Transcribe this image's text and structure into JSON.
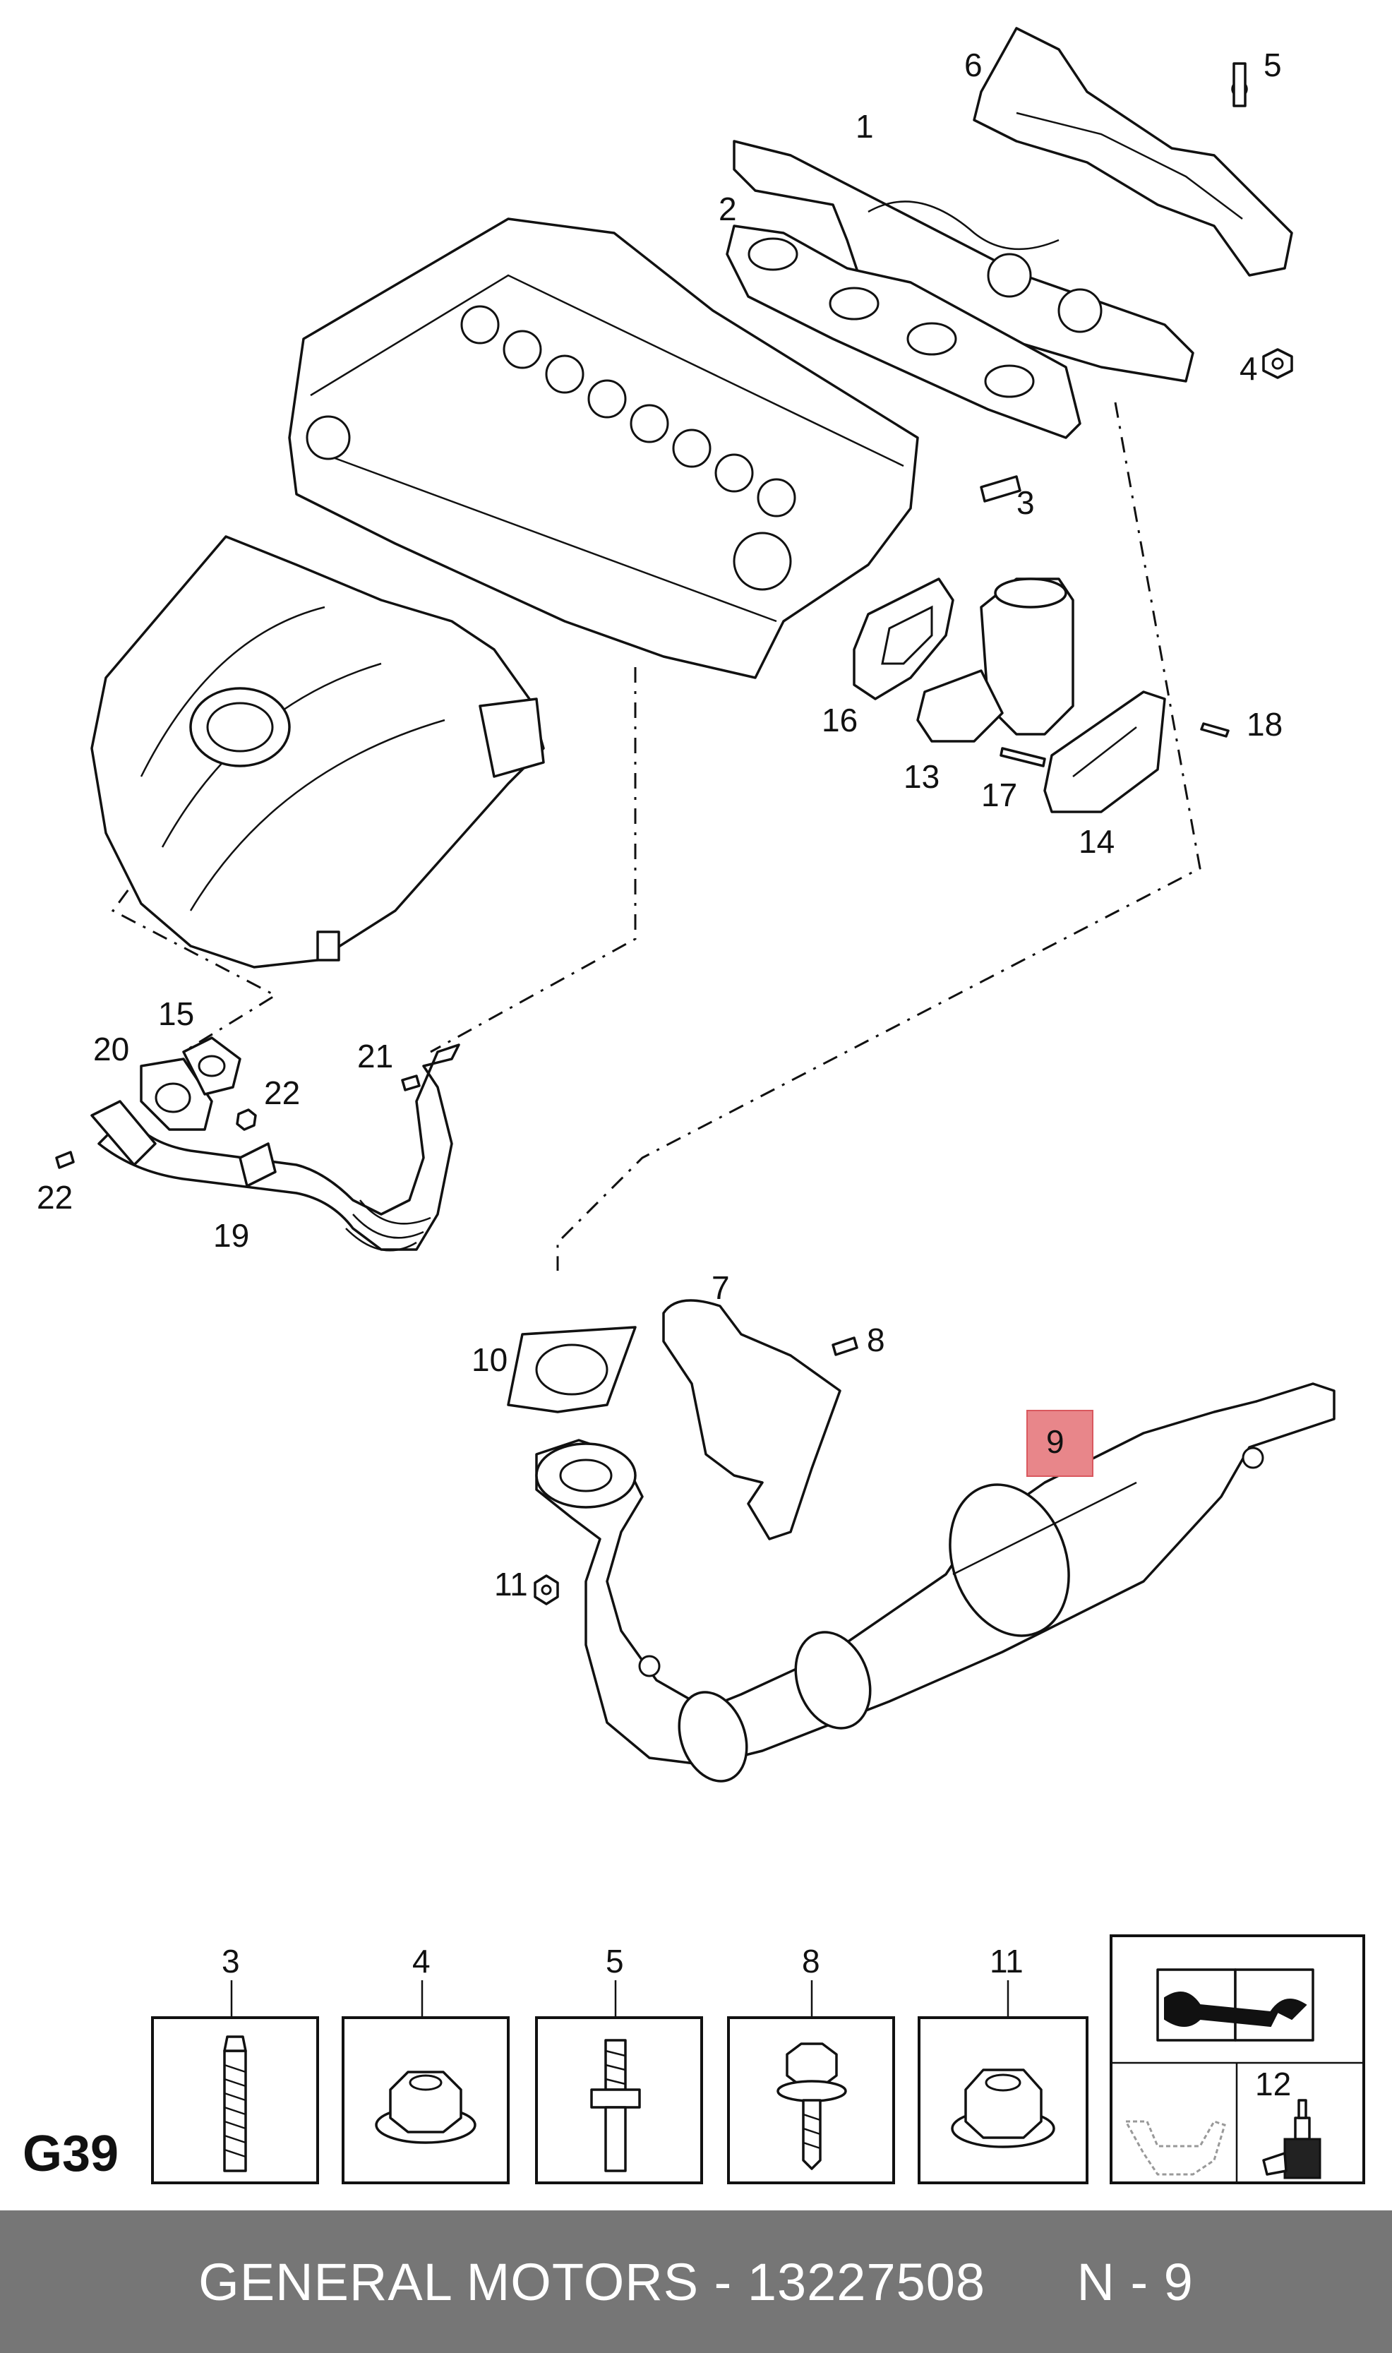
{
  "page_code": "G39",
  "footer": {
    "brand": "GENERAL MOTORS",
    "separator": " - ",
    "part_number": "13227508",
    "position_label": "N - 9"
  },
  "callouts": {
    "c1": "1",
    "c2": "2",
    "c3": "3",
    "c4": "4",
    "c5": "5",
    "c6": "6",
    "c7": "7",
    "c8": "8",
    "c9": "9",
    "c10": "10",
    "c11": "11",
    "c13": "13",
    "c14": "14",
    "c15": "15",
    "c16": "16",
    "c17": "17",
    "c18": "18",
    "c19": "19",
    "c20": "20",
    "c21": "21",
    "c22a": "22",
    "c22b": "22"
  },
  "hardware_boxes": {
    "b3": "3",
    "b4": "4",
    "b5": "5",
    "b8": "8",
    "b11": "11",
    "b12": "12"
  },
  "highlighted_part": "9",
  "colors": {
    "highlight": "#e8868a",
    "footer_bg": "#767676",
    "footer_text": "#ffffff"
  },
  "icons": [
    "manual-wrench-icon",
    "oil-can-icon",
    "sealant-bottle-icon"
  ]
}
